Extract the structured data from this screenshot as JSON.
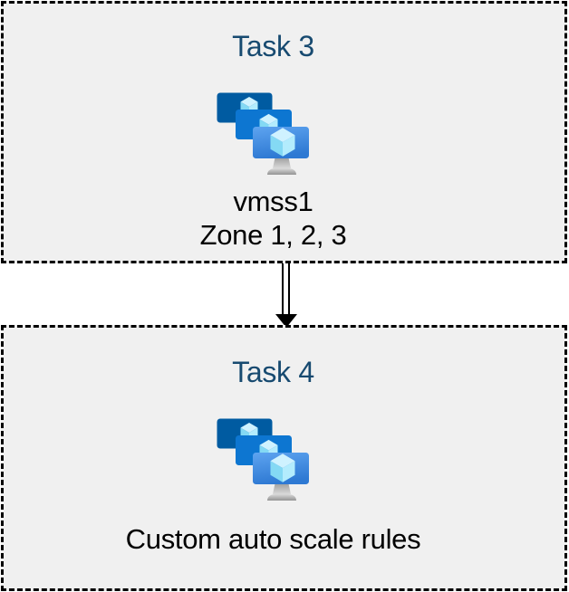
{
  "nodes": [
    {
      "title": "Task 3",
      "icon": "vm-scale-set-icon",
      "labels": {
        "line1": "vmss1",
        "line2": "Zone 1, 2, 3"
      }
    },
    {
      "title": "Task 4",
      "icon": "vm-scale-set-icon",
      "labels": {
        "line1": "Custom auto scale rules"
      }
    }
  ],
  "connector": {
    "type": "double-line-arrow",
    "direction": "down"
  },
  "colors": {
    "background": "#ffffff",
    "box_fill": "#f0f0f0",
    "box_border": "#000000",
    "node_title": "#174a70",
    "label_text": "#000000",
    "arrow": "#000000",
    "icon": {
      "monitor_back": "#005ba1",
      "monitor_middle": "#0d76d1",
      "monitor_front_top": "#5ea4f0",
      "monitor_front_bottom": "#2e79d3",
      "cube_top": "#cff2ff",
      "cube_left": "#84d9f4",
      "cube_right": "#b3ecfd",
      "stand_light": "#d9d9d9",
      "stand_dark": "#939393"
    }
  }
}
